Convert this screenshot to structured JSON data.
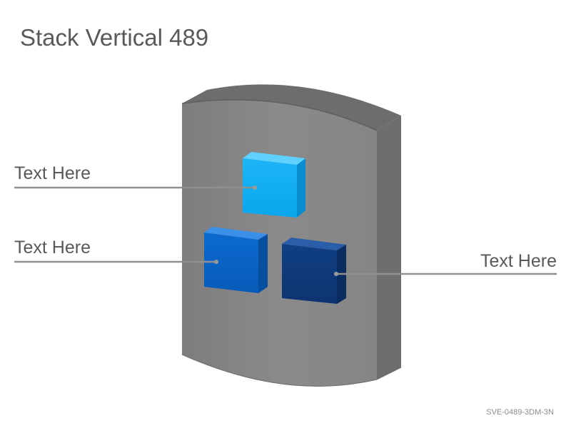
{
  "title": "Stack Vertical 489",
  "callouts": [
    {
      "text": "Text Here"
    },
    {
      "text": "Text Here"
    },
    {
      "text": "Text Here"
    }
  ],
  "code": "SVE-0489-3DM-3N",
  "colors": {
    "cube_light": "#12adf2",
    "cube_mid": "#0a63c4",
    "cube_dark": "#0f3d80",
    "panel": "#878787",
    "line": "#909090",
    "text": "#595959"
  }
}
